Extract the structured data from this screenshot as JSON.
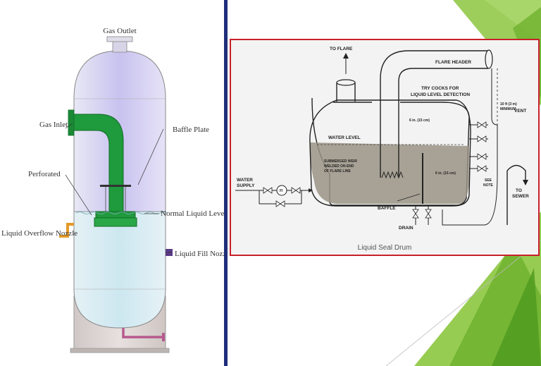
{
  "left_diagram": {
    "labels": {
      "gas_outlet": "Gas Outlet",
      "gas_inlet": "Gas Inlet",
      "baffle_plate": "Baffle Plate",
      "perforated": "Perforated",
      "normal_liquid_level": "Normal Liquid Level",
      "liquid_overflow_nozzle": "Liquid Overflow Nozzle",
      "liquid_fill_nozzle": "Liquid Fill Nozzle"
    }
  },
  "right_diagram": {
    "caption": "Liquid Seal Drum",
    "labels": {
      "to_flare": "TO FLARE",
      "flare_header": "FLARE HEADER",
      "try_cocks_1": "TRY COCKS FOR",
      "try_cocks_2": "LIQUID LEVEL DETECTION",
      "dim_top": "6 in. (15 cm)",
      "dim_right_1": "10 ft (3 m)",
      "dim_right_2": "MINIMUM",
      "vent": "VENT",
      "water_level": "WATER LEVEL",
      "weir_1": "SUBMERGED WEIR",
      "weir_2": "WELDED ON END",
      "weir_3": "OF FLARE LINE",
      "dim_mid": "6 in. (15 cm)",
      "see_note_1": "SEE",
      "see_note_2": "NOTE",
      "water_supply_1": "WATER",
      "water_supply_2": "SUPPLY",
      "fi": "FI",
      "to_sewer_1": "TO",
      "to_sewer_2": "SEWER",
      "baffle": "BAFFLE",
      "drain": "DRAIN"
    }
  },
  "colors": {
    "divider": "#1f2f7a",
    "frame": "#c8202a",
    "pipe_green": "#1f9a3c",
    "vapor_purple": "#c9c4ef",
    "liquid_blue": "#cfe8f2",
    "deco_green": "#8cc63f"
  }
}
